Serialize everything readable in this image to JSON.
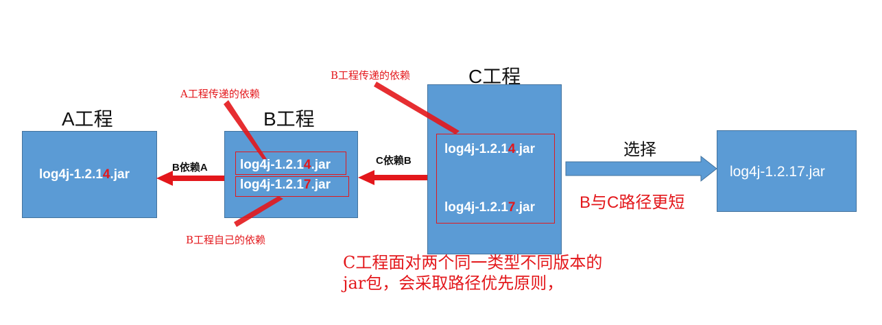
{
  "a_project": {
    "title": "A工程",
    "jar_prefix": "log4j-1.2.1",
    "jar_version": "4",
    "jar_suffix": ".jar"
  },
  "b_project": {
    "title": "B工程",
    "jar1_prefix": "log4j-1.2.1",
    "jar1_version": "4",
    "jar1_suffix": ".jar",
    "jar2_prefix": "log4j-1.2.1",
    "jar2_version": "7",
    "jar2_suffix": ".jar"
  },
  "c_project": {
    "title": "C工程",
    "jar1_prefix": "log4j-1.2.1",
    "jar1_version": "4",
    "jar1_suffix": ".jar",
    "jar2_prefix": "log4j-1.2.1",
    "jar2_version": "7",
    "jar2_suffix": ".jar"
  },
  "result": {
    "jar": "log4j-1.2.17.jar"
  },
  "edges": {
    "b_depends_a": "B依赖A",
    "c_depends_b": "C依赖B",
    "choose": "选择",
    "reason": "B与C路径更短"
  },
  "notes": {
    "a_transitive": "A工程传递的依赖",
    "b_transitive": "B工程传递的依赖",
    "b_own": "B工程自己的依赖",
    "explain_line1": "C工程面对两个同一类型不同版本的",
    "explain_line2": "jar包，会采取路径优先原则，"
  },
  "colors": {
    "box": "#5b9bd5",
    "box_border": "#41719c",
    "red": "#e3171b",
    "text": "#ffffff"
  }
}
